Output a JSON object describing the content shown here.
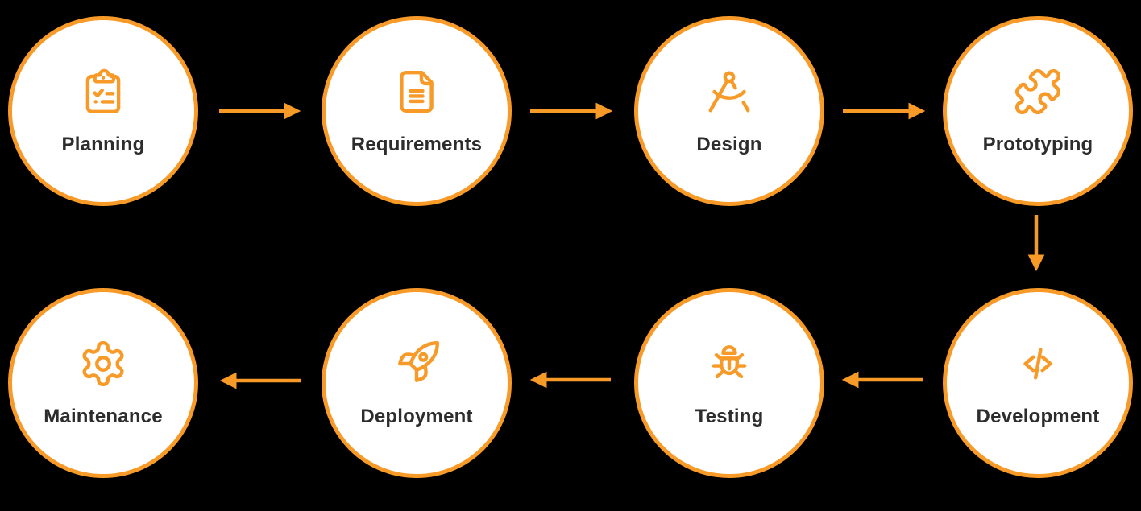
{
  "colors": {
    "accent": "#F79A28",
    "circle_fill": "#FFFFFF",
    "background": "#000000",
    "label_text": "#2D2D2D"
  },
  "diagram_type": "process-flow",
  "stages": [
    {
      "label": "Planning",
      "icon": "clipboard-checklist-icon"
    },
    {
      "label": "Requirements",
      "icon": "document-icon"
    },
    {
      "label": "Design",
      "icon": "drafting-compass-icon"
    },
    {
      "label": "Prototyping",
      "icon": "puzzle-piece-icon"
    },
    {
      "label": "Development",
      "icon": "code-icon"
    },
    {
      "label": "Testing",
      "icon": "bug-icon"
    },
    {
      "label": "Deployment",
      "icon": "rocket-icon"
    },
    {
      "label": "Maintenance",
      "icon": "gear-icon"
    }
  ],
  "arrows": [
    {
      "from": "Planning",
      "to": "Requirements",
      "direction": "right"
    },
    {
      "from": "Requirements",
      "to": "Design",
      "direction": "right"
    },
    {
      "from": "Design",
      "to": "Prototyping",
      "direction": "right"
    },
    {
      "from": "Prototyping",
      "to": "Development",
      "direction": "down"
    },
    {
      "from": "Development",
      "to": "Testing",
      "direction": "left"
    },
    {
      "from": "Testing",
      "to": "Deployment",
      "direction": "left"
    },
    {
      "from": "Deployment",
      "to": "Maintenance",
      "direction": "left"
    }
  ]
}
